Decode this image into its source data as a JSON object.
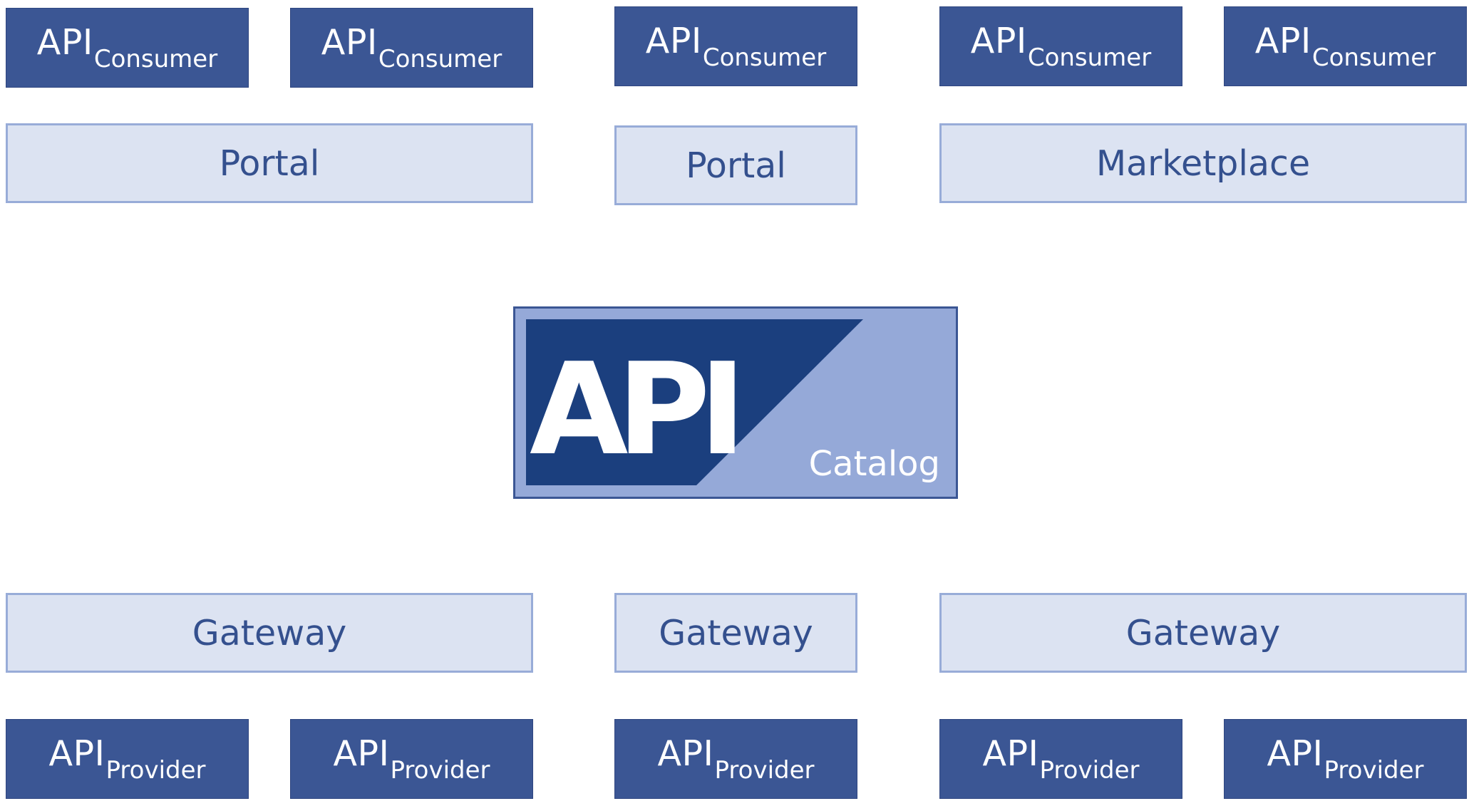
{
  "consumers": [
    {
      "main": "API",
      "sub": "Consumer"
    },
    {
      "main": "API",
      "sub": "Consumer"
    },
    {
      "main": "API",
      "sub": "Consumer"
    },
    {
      "main": "API",
      "sub": "Consumer"
    },
    {
      "main": "API",
      "sub": "Consumer"
    }
  ],
  "front_layer": [
    "Portal",
    "Portal",
    "Marketplace"
  ],
  "catalog": {
    "logo_text": "API",
    "label": "Catalog"
  },
  "gateways": [
    "Gateway",
    "Gateway",
    "Gateway"
  ],
  "providers": [
    {
      "main": "API",
      "sub": "Provider"
    },
    {
      "main": "API",
      "sub": "Provider"
    },
    {
      "main": "API",
      "sub": "Provider"
    },
    {
      "main": "API",
      "sub": "Provider"
    },
    {
      "main": "API",
      "sub": "Provider"
    }
  ],
  "colors": {
    "dark_box": "#3b5694",
    "light_box": "#dce3f2",
    "light_border": "#98acd8",
    "logo_navy": "#1b3f7e",
    "logo_light": "#95a9d8"
  }
}
